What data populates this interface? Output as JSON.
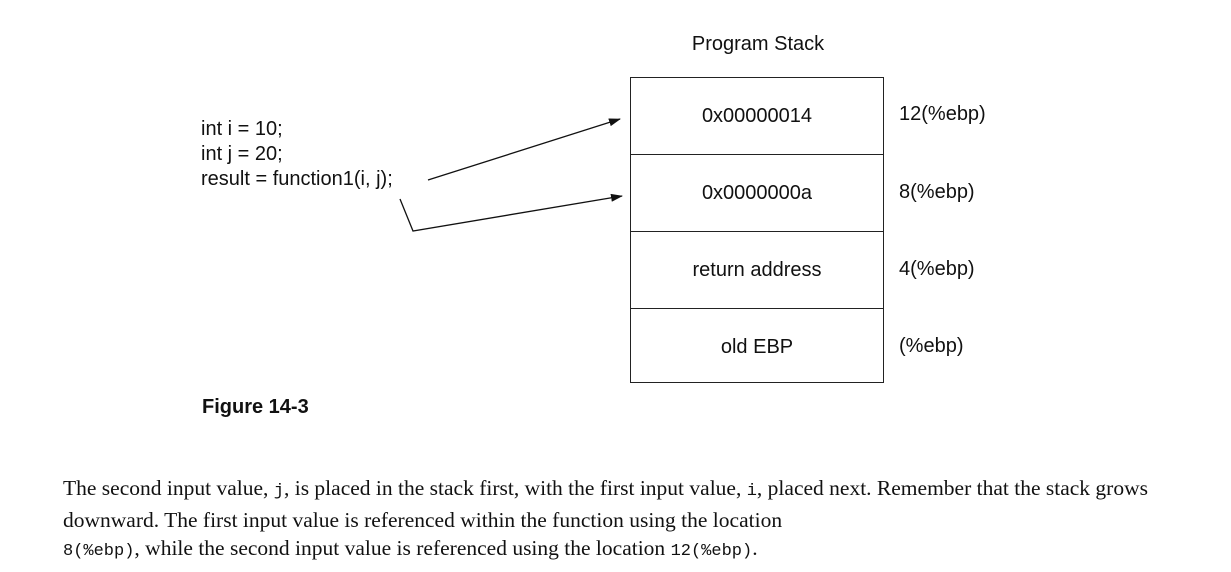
{
  "diagram": {
    "stack_title": "Program Stack",
    "stack_cells": [
      {
        "value": "0x00000014",
        "offset": "12(%ebp)"
      },
      {
        "value": "0x0000000a",
        "offset": "8(%ebp)"
      },
      {
        "value": "return address",
        "offset": "4(%ebp)"
      },
      {
        "value": "old EBP",
        "offset": "(%ebp)"
      }
    ],
    "code_lines": [
      "int i = 10;",
      "int j = 20;",
      "result = function1(i, j);"
    ]
  },
  "caption": "Figure 14-3",
  "paragraph": {
    "p1": "The second input value, ",
    "c1": "j",
    "p2": ", is placed in the stack first, with the first input value, ",
    "c2": "i",
    "p3": ", placed next. Remember that the stack grows downward. The first input value is referenced within the function using the location ",
    "c3": "8(%ebp)",
    "p4": ", while the second input value is referenced using the location ",
    "c4": "12(%ebp)",
    "p5": "."
  }
}
